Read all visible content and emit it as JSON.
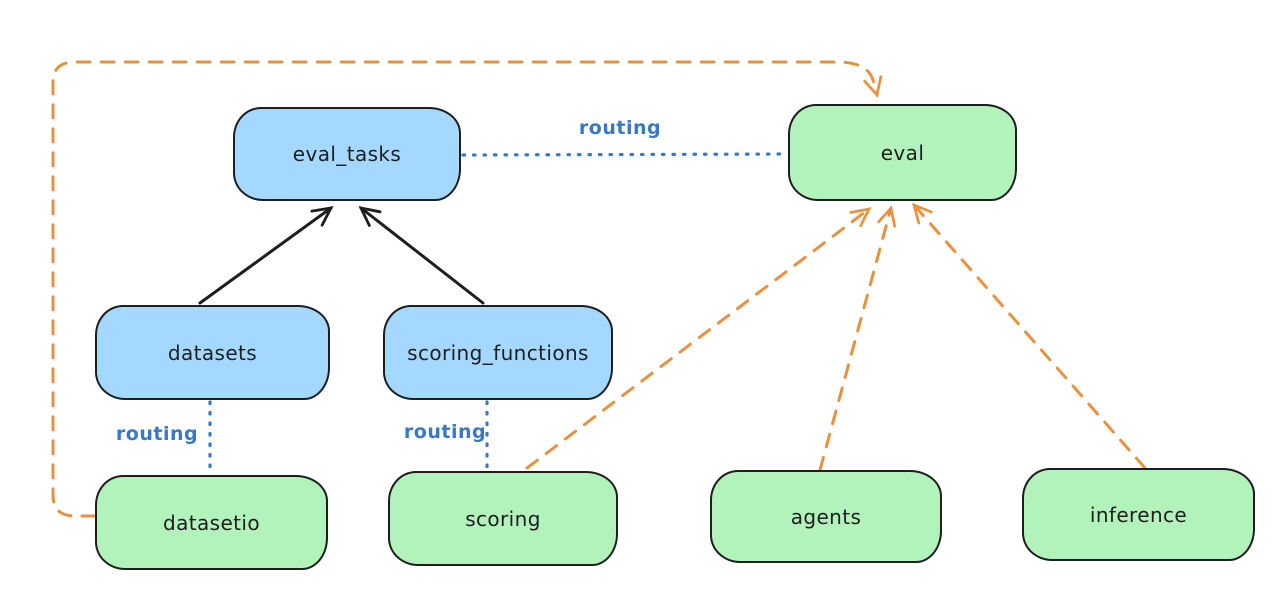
{
  "colors": {
    "canvas-bg": "#ffffff",
    "api-node-fill": "#a5d8ff",
    "provider-node-fill": "#b2f2bb",
    "node-stroke": "#1e1e1e",
    "node-text": "#1e1e1e",
    "routing-blue": "#3778c8",
    "dependency-orange": "#e8913e",
    "arrow-black": "#1e1e1e"
  },
  "nodes": {
    "eval_tasks": {
      "label": "eval_tasks"
    },
    "eval": {
      "label": "eval"
    },
    "datasets": {
      "label": "datasets"
    },
    "scoring_functions": {
      "label": "scoring_functions"
    },
    "datasetio": {
      "label": "datasetio"
    },
    "scoring": {
      "label": "scoring"
    },
    "agents": {
      "label": "agents"
    },
    "inference": {
      "label": "inference"
    }
  },
  "edges": [
    {
      "from": "datasets",
      "to": "eval_tasks",
      "style": "solid-arrow",
      "color": "black"
    },
    {
      "from": "scoring_functions",
      "to": "eval_tasks",
      "style": "solid-arrow",
      "color": "black"
    },
    {
      "from": "eval_tasks",
      "to": "eval",
      "style": "dotted",
      "color": "blue",
      "label": "routing"
    },
    {
      "from": "datasets",
      "to": "datasetio",
      "style": "dotted",
      "color": "blue",
      "label": "routing"
    },
    {
      "from": "scoring_functions",
      "to": "scoring",
      "style": "dotted",
      "color": "blue",
      "label": "routing"
    },
    {
      "from": "datasetio",
      "to": "eval",
      "style": "dashed-arrow",
      "color": "orange"
    },
    {
      "from": "scoring",
      "to": "eval",
      "style": "dashed-arrow",
      "color": "orange"
    },
    {
      "from": "agents",
      "to": "eval",
      "style": "dashed-arrow",
      "color": "orange"
    },
    {
      "from": "inference",
      "to": "eval",
      "style": "dashed-arrow",
      "color": "orange"
    }
  ]
}
